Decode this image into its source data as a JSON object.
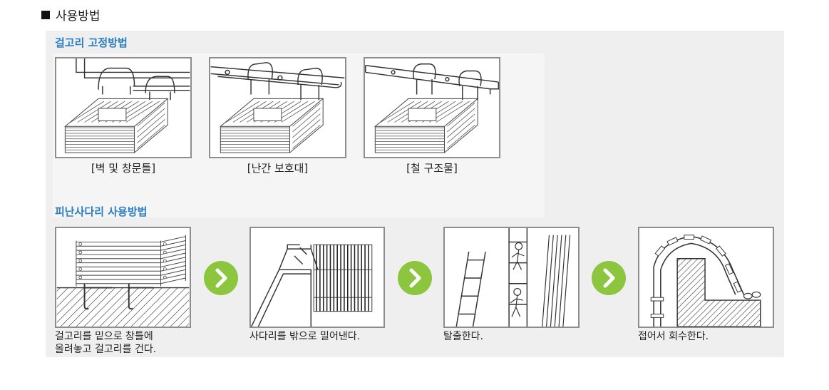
{
  "heading": "사용방법",
  "hook_section": {
    "title": "걸고리 고정방법",
    "items": [
      {
        "label": "[벽 및 창문틀]"
      },
      {
        "label": "[난간 보호대]"
      },
      {
        "label": "[철 구조물]"
      }
    ]
  },
  "ladder_section": {
    "title": "피난사다리 사용방법",
    "steps": [
      {
        "line1": "걸고리를 밑으로 창틀에",
        "line2": "올려놓고 걸고리를 건다."
      },
      {
        "line1": "사다리를 밖으로 밀어낸다.",
        "line2": ""
      },
      {
        "line1": "탈출한다.",
        "line2": ""
      },
      {
        "line1": "접어서 회수한다.",
        "line2": ""
      }
    ]
  },
  "colors": {
    "title_blue": "#2d7fc1",
    "arrow_green": "#8cc63f",
    "panel_gray": "#efefef",
    "frame_border": "#8d8d8d"
  }
}
